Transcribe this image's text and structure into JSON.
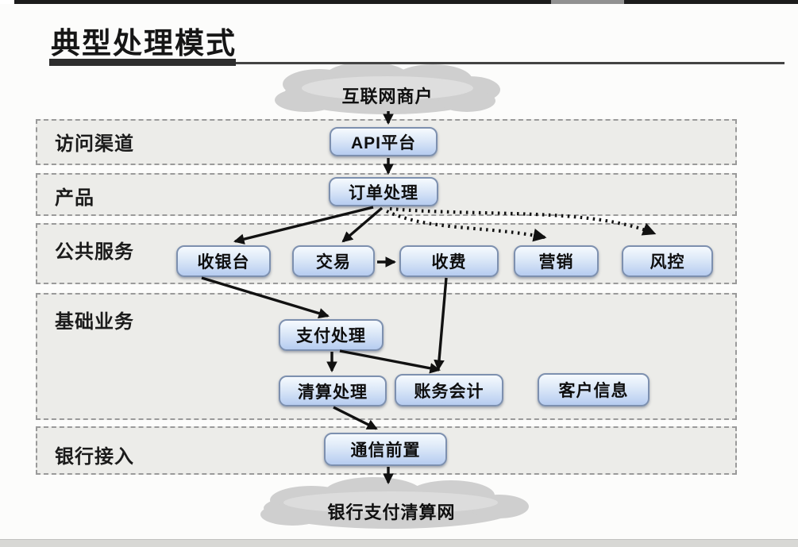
{
  "page": {
    "title": "典型处理模式",
    "type": "flow-diagram-slide"
  },
  "top_cloud": {
    "label": "互联网商户"
  },
  "bottom_cloud": {
    "label": "银行支付清算网"
  },
  "bands": {
    "access": {
      "label": "访问渠道"
    },
    "product": {
      "label": "产品"
    },
    "public": {
      "label": "公共服务"
    },
    "base": {
      "label": "基础业务"
    },
    "bank": {
      "label": "银行接入"
    }
  },
  "nodes": {
    "api": {
      "label": "API平台",
      "band": "访问渠道"
    },
    "order": {
      "label": "订单处理",
      "band": "产品"
    },
    "cashier": {
      "label": "收银台",
      "band": "公共服务"
    },
    "trade": {
      "label": "交易",
      "band": "公共服务"
    },
    "charge": {
      "label": "收费",
      "band": "公共服务"
    },
    "marketing": {
      "label": "营销",
      "band": "公共服务"
    },
    "risk": {
      "label": "风控",
      "band": "公共服务"
    },
    "payment": {
      "label": "支付处理",
      "band": "基础业务"
    },
    "settle": {
      "label": "清算处理",
      "band": "基础业务"
    },
    "account": {
      "label": "账务会计",
      "band": "基础业务"
    },
    "customer": {
      "label": "客户信息",
      "band": "基础业务"
    },
    "comm": {
      "label": "通信前置",
      "band": "银行接入"
    }
  },
  "edges": [
    {
      "from": "互联网商户",
      "to": "API平台",
      "style": "solid"
    },
    {
      "from": "API平台",
      "to": "订单处理",
      "style": "solid"
    },
    {
      "from": "订单处理",
      "to": "收银台",
      "style": "solid"
    },
    {
      "from": "订单处理",
      "to": "交易",
      "style": "solid"
    },
    {
      "from": "订单处理",
      "to": "营销",
      "style": "dotted"
    },
    {
      "from": "订单处理",
      "to": "风控",
      "style": "dotted"
    },
    {
      "from": "交易",
      "to": "收费",
      "style": "solid"
    },
    {
      "from": "收银台",
      "to": "支付处理",
      "style": "solid"
    },
    {
      "from": "收费",
      "to": "账务会计",
      "style": "solid"
    },
    {
      "from": "支付处理",
      "to": "清算处理",
      "style": "solid"
    },
    {
      "from": "支付处理",
      "to": "账务会计",
      "style": "solid"
    },
    {
      "from": "清算处理",
      "to": "通信前置",
      "style": "solid"
    },
    {
      "from": "通信前置",
      "to": "银行支付清算网",
      "style": "solid"
    }
  ],
  "colors": {
    "node_fill_top": "#f6fafe",
    "node_fill_bottom": "#b6ccf0",
    "node_border": "#7d90af",
    "band_fill": "#ecece9",
    "band_border": "#9a9a9a",
    "arrow": "#111111",
    "cloud_fill": "#d0d0d0",
    "title_text": "#161616",
    "title_rule": "#2e2e2e"
  }
}
